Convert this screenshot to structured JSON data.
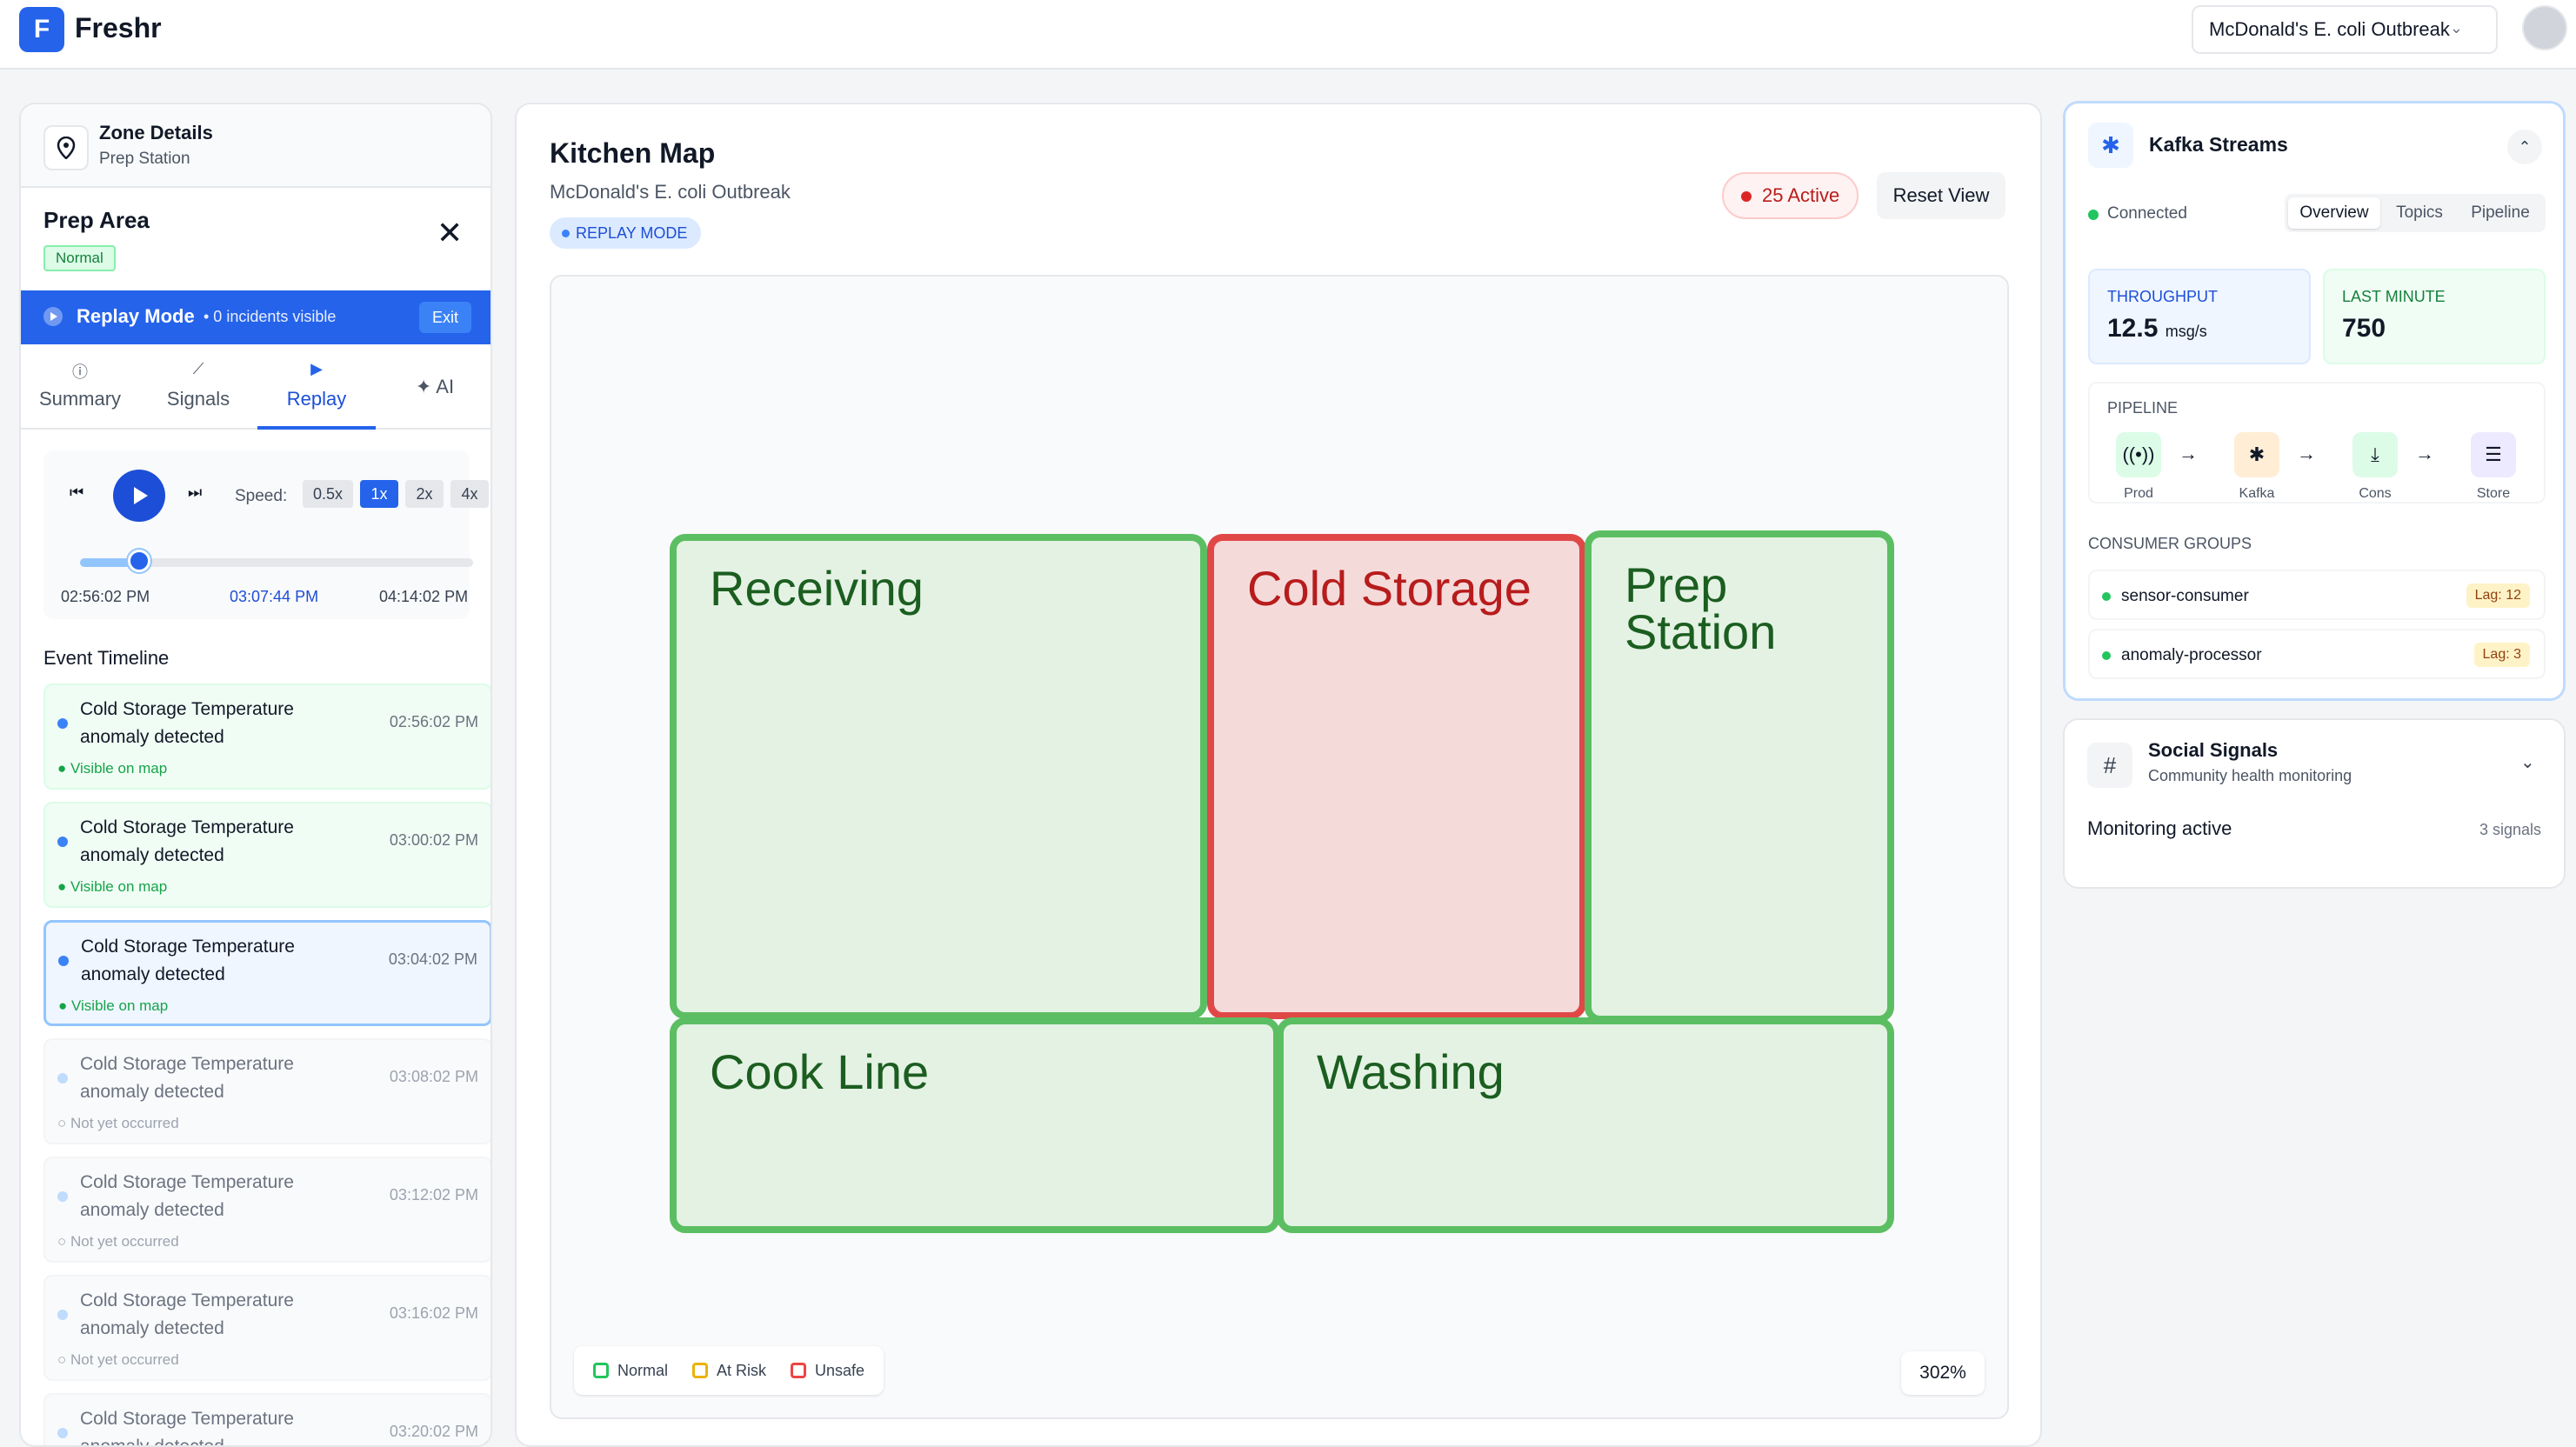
{
  "header": {
    "logo_letter": "F",
    "app_name": "Freshr",
    "incident_selector": "McDonald's E. coli Outbreak"
  },
  "zone_details": {
    "title": "Zone Details",
    "subtitle": "Prep Station",
    "area_name": "Prep Area",
    "status_badge": "Normal",
    "replay_banner": {
      "title": "Replay Mode",
      "subtitle": "• 0 incidents visible",
      "exit_label": "Exit"
    },
    "tabs": [
      {
        "label": "Summary",
        "icon": "info-icon",
        "glyph": "ⓘ"
      },
      {
        "label": "Signals",
        "icon": "trend-icon",
        "glyph": "⟋"
      },
      {
        "label": "Replay",
        "icon": "play-icon",
        "glyph": "▶",
        "active": true
      },
      {
        "label": "AI",
        "icon": "sparkle-icon",
        "glyph": "✦"
      }
    ],
    "player": {
      "speed_label": "Speed:",
      "speeds": [
        "0.5x",
        "1x",
        "2x",
        "4x"
      ],
      "active_speed": "1x",
      "start_time": "02:56:02 PM",
      "current_time": "03:07:44 PM",
      "end_time": "04:14:02 PM",
      "progress": 0.15
    },
    "timeline_title": "Event Timeline",
    "events": [
      {
        "text": "Cold Storage Temperature anomaly detected",
        "time": "02:56:02 PM",
        "status": "● Visible on map",
        "state": "visible"
      },
      {
        "text": "Cold Storage Temperature anomaly detected",
        "time": "03:00:02 PM",
        "status": "● Visible on map",
        "state": "visible"
      },
      {
        "text": "Cold Storage Temperature anomaly detected",
        "time": "03:04:02 PM",
        "status": "● Visible on map",
        "state": "selected"
      },
      {
        "text": "Cold Storage Temperature anomaly detected",
        "time": "03:08:02 PM",
        "status": "○ Not yet occurred",
        "state": "pending"
      },
      {
        "text": "Cold Storage Temperature anomaly detected",
        "time": "03:12:02 PM",
        "status": "○ Not yet occurred",
        "state": "pending"
      },
      {
        "text": "Cold Storage Temperature anomaly detected",
        "time": "03:16:02 PM",
        "status": "○ Not yet occurred",
        "state": "pending"
      },
      {
        "text": "Cold Storage Temperature anomaly detected",
        "time": "03:20:02 PM",
        "status": "",
        "state": "pending"
      }
    ]
  },
  "kitchen_map": {
    "title": "Kitchen Map",
    "subtitle": "McDonald's E. coli Outbreak",
    "mode_badge": "REPLAY MODE",
    "active_count": "25 Active",
    "reset_label": "Reset View",
    "zones": [
      {
        "name": "Receiving",
        "status": "normal"
      },
      {
        "name": "Cold Storage",
        "status": "unsafe"
      },
      {
        "name": "Prep Station",
        "status": "normal"
      },
      {
        "name": "Cook Line",
        "status": "normal"
      },
      {
        "name": "Washing",
        "status": "normal"
      }
    ],
    "legend": [
      {
        "label": "Normal",
        "color": "#22c55e"
      },
      {
        "label": "At Risk",
        "color": "#eab308"
      },
      {
        "label": "Unsafe",
        "color": "#ef4444"
      }
    ],
    "zoom": "302%"
  },
  "kafka": {
    "title": "Kafka Streams",
    "connection": "Connected",
    "tabs": [
      "Overview",
      "Topics",
      "Pipeline"
    ],
    "active_tab": "Overview",
    "throughput_label": "THROUGHPUT",
    "throughput_value": "12.5",
    "throughput_unit": "msg/s",
    "last_minute_label": "LAST MINUTE",
    "last_minute_value": "750",
    "pipeline_label": "PIPELINE",
    "pipeline": [
      {
        "name": "Prod",
        "icon": "broadcast-icon",
        "glyph": "((•))",
        "color": "#dcfce7"
      },
      {
        "name": "Kafka",
        "icon": "kafka-icon",
        "glyph": "✱",
        "color": "#ffedd5"
      },
      {
        "name": "Cons",
        "icon": "download-icon",
        "glyph": "⤓",
        "color": "#dcfce7"
      },
      {
        "name": "Store",
        "icon": "database-icon",
        "glyph": "☰",
        "color": "#ede9fe"
      }
    ],
    "consumer_groups_label": "CONSUMER GROUPS",
    "consumer_groups": [
      {
        "name": "sensor-consumer",
        "lag": "Lag: 12"
      },
      {
        "name": "anomaly-processor",
        "lag": "Lag: 3"
      }
    ]
  },
  "social": {
    "title": "Social Signals",
    "subtitle": "Community health monitoring",
    "status": "Monitoring active",
    "count": "3 signals"
  }
}
